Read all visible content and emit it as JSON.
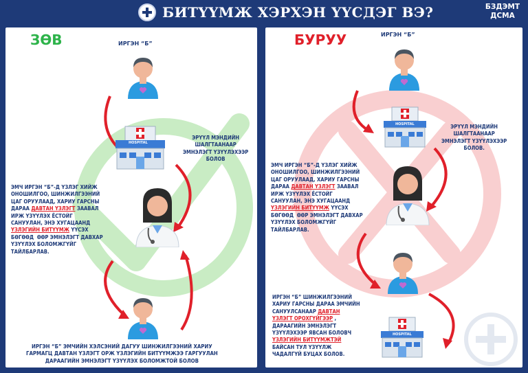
{
  "header": {
    "title": "БИТҮҮМЖ ХЭРХЭН ҮҮСДЭГ ВЭ?",
    "org_line1": "БЗДЭМТ",
    "org_line2": "ДСМА"
  },
  "colors": {
    "navy": "#1e3a78",
    "green": "#2db34a",
    "red": "#e0202a"
  },
  "left": {
    "heading": "ЗӨВ",
    "citizen_label": "ИРГЭН “Б”",
    "hospital_note": "ЭРҮҮЛ МЭНДИЙН\nШАЛГТААНААР\nЭМНЭЛЭГТ ҮЗҮҮЛЭХЭЭР\nБОЛОВ",
    "doctor_text_a": "ЭМЧ ИРГЭН “Б”-Д ҮЗЛЭГ ХИЙЖ\nОНОШИЛГОО, ШИНЖИЛГЭЭНИЙ\nЦАГ ОРУУЛААД, ХАРИУ ГАРСНЫ\nДАРАА ",
    "doctor_text_red1": "ДАВТАН ҮЗЛЭГТ",
    "doctor_text_b": " ЗААВАЛ\nИРЖ ҮЗҮҮЛЭХ ЁСТОЙГ\nСАНУУЛАН, ЭНЭ ХУГАЦААНД\n",
    "doctor_text_red2": "ҮЗЛЭГИЙН БИТҮҮМЖ",
    "doctor_text_c": " ҮҮСЭХ\nБӨГӨӨД  ӨӨР ЭМНЭЛЭГТ ДАВХАР\nҮЗҮҮЛЭХ БОЛОМЖГҮЙГ\nТАЙЛБАРЛАВ.",
    "bottom_text": "ИРГЭН “Б” ЭМЧИЙН ХЭЛСЭНИЙ ДАГУУ ШИНЖИЛГЭЭНИЙ ХАРИУ\nГАРМАГЦ ДАВТАН ҮЗЛЭГТ ОРЖ ҮЗЛЭГИЙН БИТҮҮМЖЭЭ ГАРГУУЛАН\nДАРААГИЙН ЭМНЭЛЭГТ ҮЗҮҮЛЭХ БОЛОМЖТОЙ БОЛОВ",
    "hospital_sign": "HOSPITAL"
  },
  "right": {
    "heading": "БУРУУ",
    "citizen_label": "ИРГЭН “Б”",
    "hospital_note": "ЭРҮҮЛ МЭНДИЙН\nШАЛГТААНААР\nЭМНЭЛЭГТ ҮЗҮҮЛЭХЭЭР\nБОЛОВ.",
    "doctor_text_a": "ЭМЧ ИРГЭН “Б”-Д ҮЗЛЭГ ХИЙЖ\nОНОШИЛГОО, ШИНЖИЛГЭЭНИЙ\nЦАГ ОРУУЛААД, ХАРИУ ГАРСНЫ\nДАРАА ",
    "doctor_text_red1": "ДАВТАН ҮЗЛЭГТ",
    "doctor_text_b": " ЗААВАЛ\nИРЖ ҮЗҮҮЛЭХ ЁСТОЙГ\nСАНУУЛАН, ЭНЭ ХУГАЦААНД\n",
    "doctor_text_red2": "ҮЗЛЭГИЙН БИТҮҮМЖ",
    "doctor_text_c": " ҮҮСЭХ\nБӨГӨӨД  ӨӨР ЭМНЭЛЭГТ ДАВХАР\nҮЗҮҮЛЭХ БОЛОМЖГҮЙГ\nТАЙЛБАРЛАВ.",
    "bottom_text_a": "ИРГЭН “Б” ШИНЖИЛГЭЭНИЙ\nХАРИУ ГАРСНЫ ДАРАА ЭМЧИЙН\nСАНУУЛСАНААР ",
    "bottom_text_red1": "ДАВТАН\nҮЗЛЭГТ ОРОХГҮЙГЭЭР",
    "bottom_text_b": " ,\nДАРААГИЙН ЭМНЭЛЭГТ\nҮЗҮҮЛЭХЭЭР ЯВСАН БОЛОВЧ\n",
    "bottom_text_red2": "ҮЗЛЭГИЙН БИТҮҮМЖТЭЙ",
    "bottom_text_c": "\nБАЙСАН ТУЛ ҮЗҮҮЛЖ\nЧАДАЛГҮЙ БУЦАХ БОЛОВ.",
    "hospital_sign": "HOSPITAL"
  }
}
